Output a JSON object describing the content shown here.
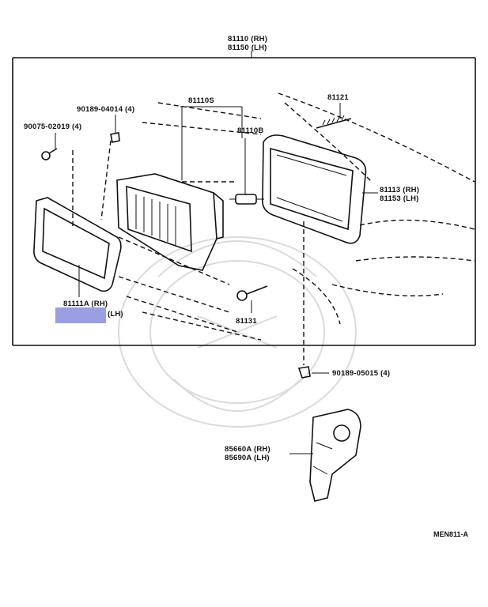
{
  "diagram": {
    "headlamp_assy": {
      "rh": "81110 (RH)",
      "lh": "81150 (LH)"
    },
    "bulb_unit": "81110S",
    "bulb": "81110B",
    "spring": "81121",
    "rim_screw": "90189-04014 (4)",
    "bolt": "90075-02019 (4)",
    "housing": {
      "rh": "81113 (RH)",
      "lh": "81153 (LH)"
    },
    "door_rim": {
      "rh": "81111A (RH)",
      "lh": "(LH)"
    },
    "adjusting_screw": "81131",
    "nut": "90189-05015 (4)",
    "leveling_motor": {
      "rh": "85660A (RH)",
      "lh": "85690A (LH)"
    },
    "figure_code": "MEN811-A",
    "highlight_color": "#9b9ee0"
  }
}
